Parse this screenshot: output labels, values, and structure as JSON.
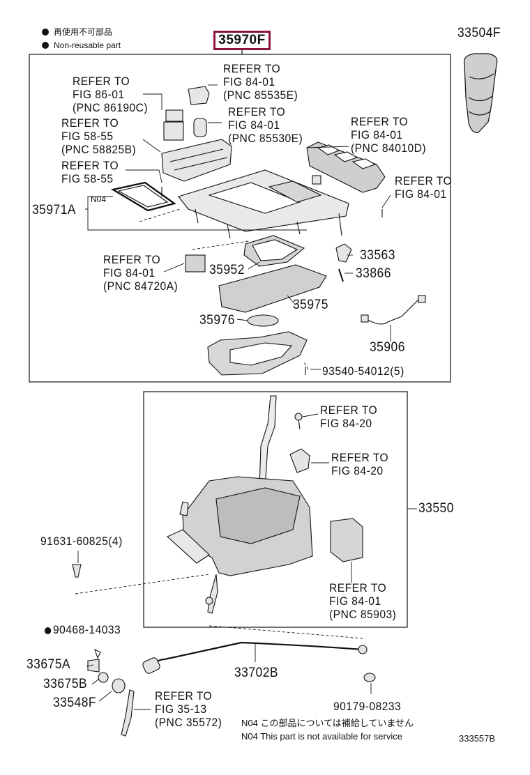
{
  "legend": {
    "jp_text": "再使用不可部品",
    "en_text": "Non-reusable part"
  },
  "highlighted_part": "35970F",
  "labels": {
    "p33504F": "33504F",
    "ref_86_01": "REFER TO\nFIG 86-01\n(PNC 86190C)",
    "ref_84_01_85535E": "REFER TO\nFIG 84-01\n(PNC 85535E)",
    "ref_84_01_85530E": "REFER TO\nFIG 84-01\n(PNC 85530E)",
    "ref_58_55_58825B": "REFER TO\nFIG 58-55\n(PNC 58825B)",
    "ref_84_01_84010D": "REFER TO\nFIG 84-01\n(PNC 84010D)",
    "ref_58_55": "REFER TO\nFIG 58-55",
    "ref_84_01_b": "REFER TO\nFIG 84-01",
    "n04": "N04",
    "p35971A": "35971A",
    "ref_84_01_84720A": "REFER TO\nFIG 84-01\n(PNC 84720A)",
    "p35952": "35952",
    "p33563": "33563",
    "p33866": "33866",
    "p35975": "35975",
    "p35976": "35976",
    "p35906": "35906",
    "p93540": "93540-54012(5)",
    "ref_84_20_a": "REFER TO\nFIG 84-20",
    "ref_84_20_b": "REFER TO\nFIG 84-20",
    "p33550": "33550",
    "p91631": "91631-60825(4)",
    "ref_84_01_85903": "REFER TO\nFIG 84-01\n(PNC 85903)",
    "p90468": "90468-14033",
    "p33675A": "33675A",
    "p33702B": "33702B",
    "p33675B": "33675B",
    "p33548F": "33548F",
    "ref_35_13": "REFER TO\nFIG 35-13\n(PNC 35572)",
    "p90179": "90179-08233"
  },
  "notes": {
    "n04_jp": "N04 この部品については補給していません",
    "n04_en": "N04 This part is not available for service"
  },
  "diagram_id": "333557B",
  "colors": {
    "highlight_border": "#8a1537",
    "line": "#111111",
    "panel_fill": "#d9d9d9"
  }
}
